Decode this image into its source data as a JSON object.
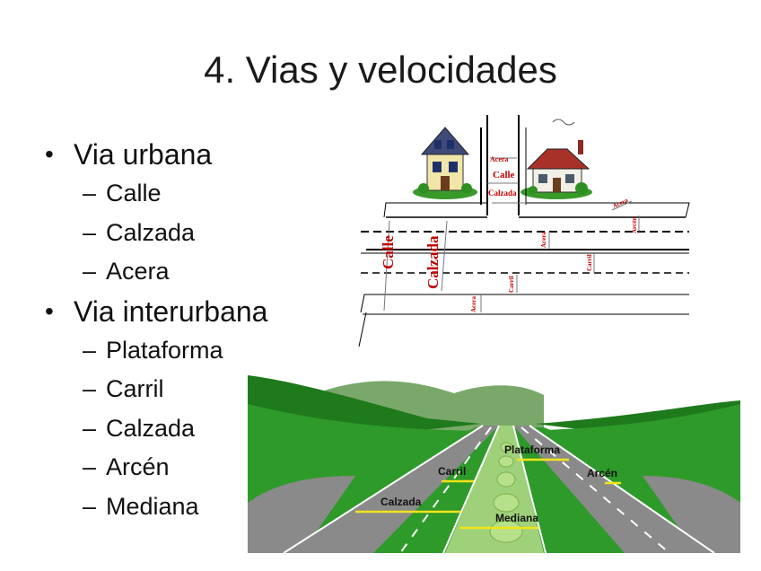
{
  "slide": {
    "title": "4. Vias y velocidades"
  },
  "bullets": [
    {
      "label": "Via urbana",
      "sub": [
        "Calle",
        "Calzada",
        "Acera"
      ]
    },
    {
      "label": "Via interurbana",
      "sub": [
        "Plataforma",
        "Carril",
        "Calzada",
        "Arcén",
        "Mediana"
      ]
    }
  ],
  "urban_diagram": {
    "labels": {
      "acera_top": "Acera",
      "calle_top": "Calle",
      "calzada_top": "Calzada",
      "calle_side": "Calle",
      "calzada_side": "Calzada",
      "acera_right": "Acera",
      "acera_lower": "Acera",
      "carril_mid": "Carril",
      "carril_right": "Carril",
      "arcen_right": "Arcén",
      "acera_bottom": "Acera"
    },
    "colors": {
      "label": "#c00000",
      "line": "#000000",
      "dimension": "#777777"
    }
  },
  "interurban_diagram": {
    "labels": {
      "plataforma": "Plataforma",
      "carril": "Carril",
      "arcen": "Arcén",
      "calzada": "Calzada",
      "mediana": "Mediana"
    },
    "colors": {
      "grass": "#2e9a2a",
      "hills": "#1f7a1c",
      "asphalt": "#8a8a8a",
      "arrow": "#f2e41c",
      "median": "#9fd17a"
    }
  }
}
